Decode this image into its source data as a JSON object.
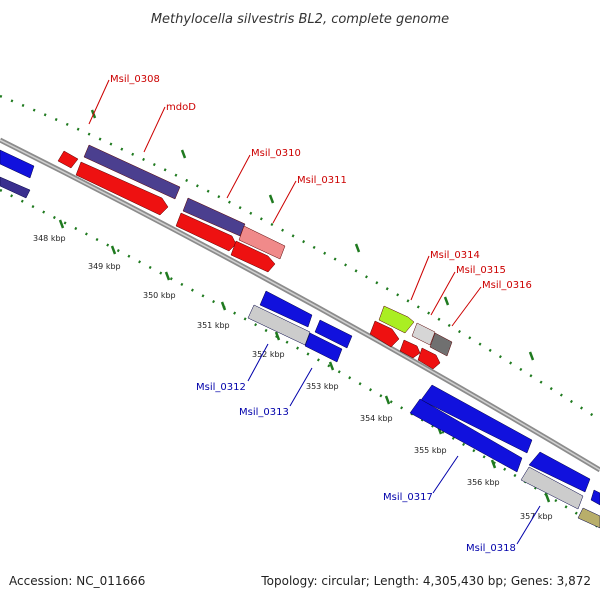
{
  "title": "Methylocella silvestris BL2, complete genome",
  "footer": {
    "accession": "Accession: NC_011666",
    "summary": "Topology: circular; Length: 4,305,430 bp; Genes: 3,872"
  },
  "colors": {
    "forward_label": "#cc0000",
    "reverse_label": "#0000aa",
    "backbone": "#8c8c8c",
    "tick": "#1f7a1f"
  },
  "scale_ticks": [
    {
      "label": "348 kbp"
    },
    {
      "label": "349 kbp"
    },
    {
      "label": "350 kbp"
    },
    {
      "label": "351 kbp"
    },
    {
      "label": "352 kbp"
    },
    {
      "label": "353 kbp"
    },
    {
      "label": "354 kbp"
    },
    {
      "label": "355 kbp"
    },
    {
      "label": "356 kbp"
    },
    {
      "label": "357 kbp"
    }
  ],
  "genes": [
    {
      "name": "Msil_0308",
      "strand": "forward"
    },
    {
      "name": "mdoD",
      "strand": "forward"
    },
    {
      "name": "Msil_0310",
      "strand": "forward"
    },
    {
      "name": "Msil_0311",
      "strand": "forward"
    },
    {
      "name": "Msil_0314",
      "strand": "forward"
    },
    {
      "name": "Msil_0315",
      "strand": "forward"
    },
    {
      "name": "Msil_0316",
      "strand": "forward"
    },
    {
      "name": "Msil_0312",
      "strand": "reverse"
    },
    {
      "name": "Msil_0313",
      "strand": "reverse"
    },
    {
      "name": "Msil_0317",
      "strand": "reverse"
    },
    {
      "name": "Msil_0318",
      "strand": "reverse"
    }
  ]
}
